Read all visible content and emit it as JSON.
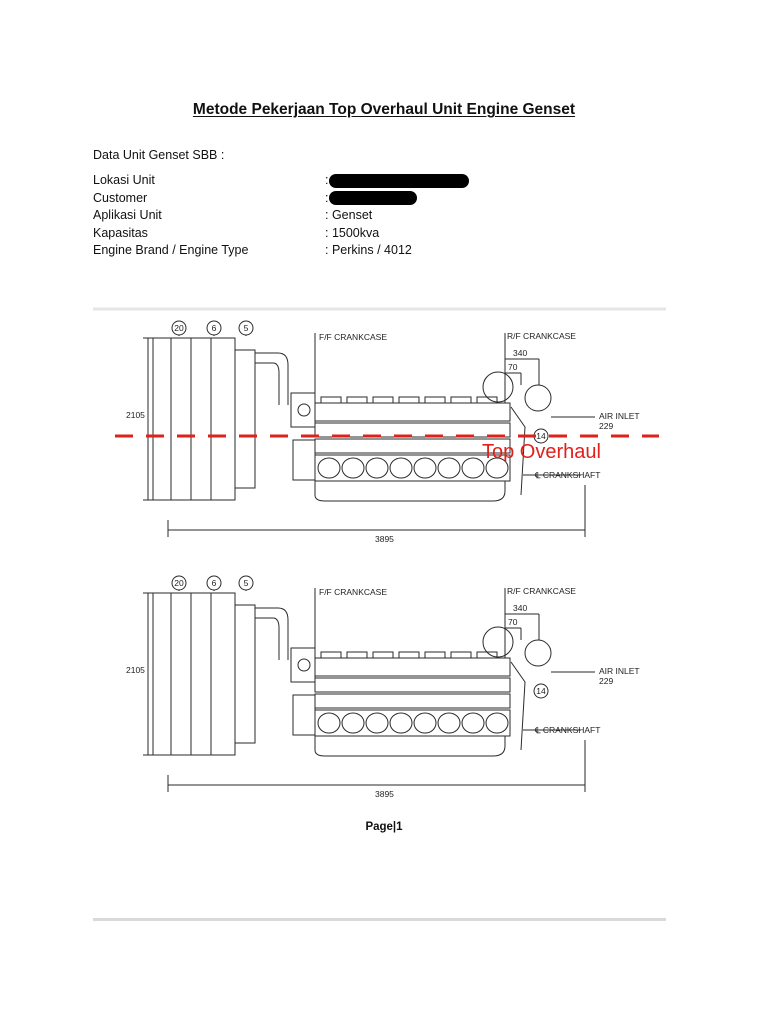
{
  "document": {
    "title": "Metode Pekerjaan Top Overhaul Unit Engine Genset",
    "intro": "Data Unit Genset SBB :",
    "fields": [
      {
        "label": "Lokasi  Unit",
        "value": ":",
        "redacted": true
      },
      {
        "label": "Customer",
        "value": ":",
        "redacted": true
      },
      {
        "label": "Aplikasi Unit",
        "value": ": Genset",
        "redacted": false
      },
      {
        "label": "Kapasitas",
        "value": ": 1500kva",
        "redacted": false
      },
      {
        "label": "Engine Brand / Engine Type",
        "value": ": Perkins / 4012",
        "redacted": false
      }
    ],
    "page_number": "Page|1"
  },
  "diagram": {
    "labels": {
      "ff_crankcase": "F/F CRANKCASE",
      "rf_crankcase": "R/F CRANKCASE",
      "air_inlet": "AIR INLET",
      "air_inlet_value": "229",
      "crankshaft": "℄ CRANKSHAFT",
      "height": "2105",
      "length": "3895",
      "dim_340": "340",
      "dim_70": "70",
      "callout_20": "20",
      "callout_6": "6",
      "callout_5": "5",
      "callout_14": "14"
    },
    "top_overhaul_label": "Top Overhaul",
    "accent_color": "#e0201b"
  }
}
